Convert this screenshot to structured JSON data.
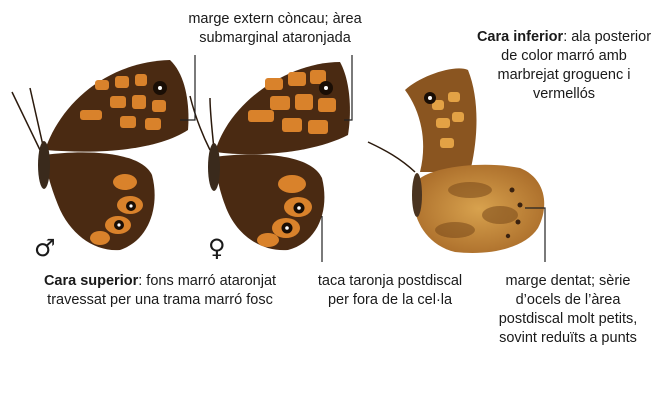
{
  "annotations": {
    "top_center": "marge extern còncau; àrea submarginal ataronjada",
    "top_right_bold": "Cara inferior",
    "top_right_rest": ": ala posterior de color marró amb marbrejat groguenc i vermellós",
    "bottom_left_bold": "Cara superior",
    "bottom_left_rest": ": fons marró ataronjat travessat per una trama marró fosc",
    "bottom_center": "taca taronja postdiscal per fora de la cel·la",
    "bottom_right": "marge dentat; sèrie d’ocels de l’àrea postdiscal molt petits, sovint reduïts a punts"
  },
  "sex_symbols": {
    "male": "♂",
    "female": "♀"
  },
  "colors": {
    "wing_dark": "#4a2a12",
    "wing_orange": "#d9822b",
    "underside": "#c48a3c",
    "leader_line": "#222222"
  }
}
